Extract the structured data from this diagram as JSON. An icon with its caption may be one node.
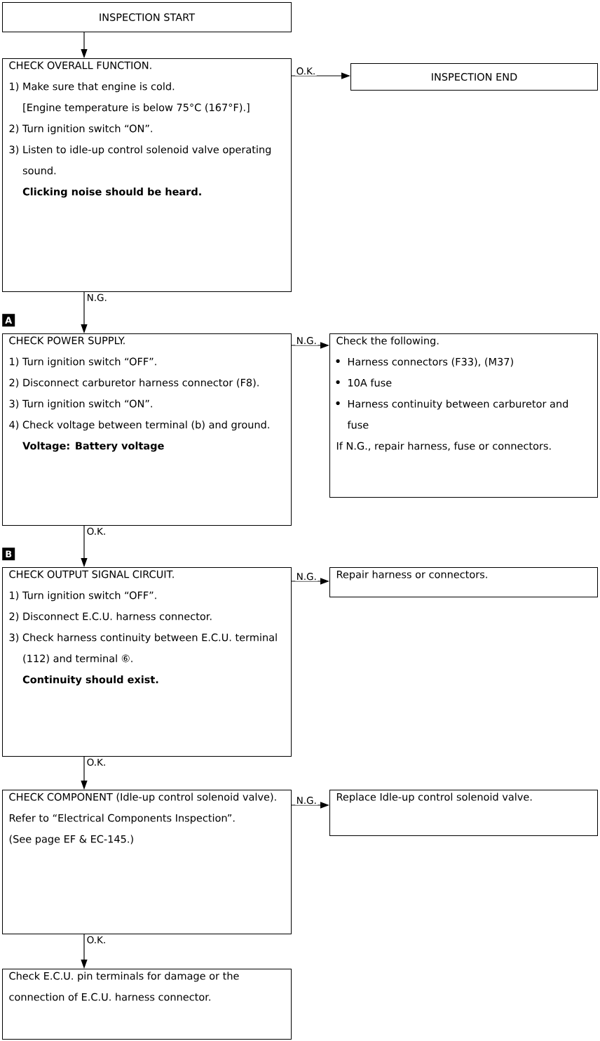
{
  "diagram": {
    "nodes": [
      {
        "text": [
          "INSPECTION START"
        ]
      },
      {
        "text": [
          "CHECK OVERALL FUNCTION.",
          "1) Make sure that engine is cold.",
          "[Engine temperature is below 75°C (167°F).]",
          "2) Turn ignition switch “ON”.",
          "3) Listen to idle-up control solenoid valve operating sound.",
          "Clicking noise should be heard."
        ]
      },
      {
        "text": [
          "INSPECTION END"
        ]
      },
      {
        "text": [
          "CHECK POWER SUPPLY.",
          "1) Turn ignition switch “OFF”.",
          "2) Disconnect carburetor harness connector (F8).",
          "3) Turn ignition switch “ON”.",
          "4) Check voltage between terminal (b) and ground.",
          "Voltage: Battery voltage"
        ]
      },
      {
        "text": [
          "Check the following.",
          "Harness connectors (F33), (M37)",
          "10A fuse",
          "Harness continuity between carburetor and fuse",
          "If N.G., repair harness, fuse or connectors."
        ]
      },
      {
        "text": [
          "CHECK OUTPUT SIGNAL CIRCUIT.",
          "1) Turn ignition switch “OFF”.",
          "2) Disconnect E.C.U. harness connector.",
          "3) Check harness continuity between E.C.U. terminal (112) and terminal ⑥.",
          "Continuity should exist."
        ]
      },
      {
        "text": [
          "Repair harness or connectors."
        ]
      },
      {
        "text": [
          "CHECK COMPONENT (Idle-up control solenoid valve).",
          "Refer to “Electrical Components Inspection”.",
          "(See page EF & EC-145.)"
        ]
      },
      {
        "text": [
          "Replace Idle-up control solenoid valve."
        ]
      },
      {
        "text": [
          "Check E.C.U. pin terminals for damage or the connection of E.C.U. harness connector."
        ]
      }
    ],
    "edges": [
      {
        "from": 0,
        "to": 1,
        "arrow": "to"
      },
      {
        "from": 1,
        "to": 2,
        "arrow": "to",
        "label": "O.K."
      },
      {
        "from": 1,
        "to": 3,
        "arrow": "to",
        "label": "N.G."
      },
      {
        "from": 3,
        "to": 4,
        "arrow": "to",
        "label": "N.G."
      },
      {
        "from": 3,
        "to": 5,
        "arrow": "to",
        "label": "O.K."
      },
      {
        "from": 5,
        "to": 6,
        "arrow": "to",
        "label": "N.G."
      },
      {
        "from": 5,
        "to": 7,
        "arrow": "to",
        "label": "O.K."
      },
      {
        "from": 7,
        "to": 8,
        "arrow": "to",
        "label": "N.G."
      },
      {
        "from": 7,
        "to": 9,
        "arrow": "to",
        "label": "O.K."
      }
    ],
    "labels": [
      "A",
      "B"
    ]
  }
}
